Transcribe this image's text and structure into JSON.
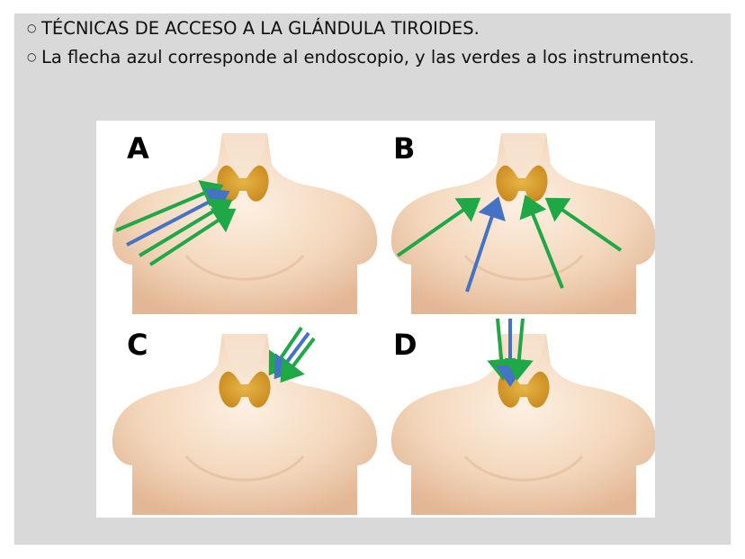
{
  "bullets": [
    "TÉCNICAS DE ACCESO A LA GLÁNDULA TIROIDES.",
    "La flecha azul corresponde al endoscopio, y las verdes a los instrumentos."
  ],
  "figure": {
    "panels": [
      "A",
      "B",
      "C",
      "D"
    ]
  },
  "colors": {
    "endoscope_arrow": "#4472c4",
    "instrument_arrow": "#1fa846",
    "thyroid": "#d9a032",
    "skin": "#f1d3b6",
    "slide_background": "#d9d9d9"
  }
}
